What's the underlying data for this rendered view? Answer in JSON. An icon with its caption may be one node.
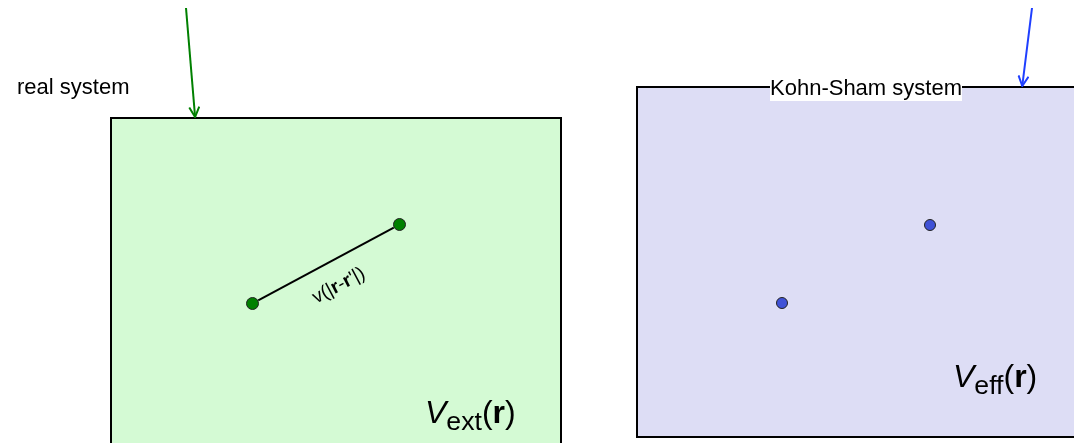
{
  "diagram": {
    "nodes": [
      {
        "text": [
          "real system",
          "*V*$_{ext}$(**r**)"
        ]
      },
      {
        "text": [],
        "shape": "circle",
        "in": 0
      },
      {
        "text": [],
        "shape": "circle",
        "in": 0
      },
      {
        "text": [
          "Kohn-Sham system",
          "*V*$_{eff}$(**r**)"
        ]
      },
      {
        "text": [],
        "shape": "circle",
        "in": 3
      },
      {
        "text": [],
        "shape": "circle",
        "in": 3
      }
    ],
    "edges": [
      {
        "from": 1,
        "to": 2,
        "arrow": "none",
        "label": "v(|**r**-**r**'|)"
      },
      {
        "from": null,
        "to": 0,
        "arrow": "to",
        "color": "#008000"
      },
      {
        "from": null,
        "to": 3,
        "arrow": "to",
        "color": "#1f3fff"
      }
    ]
  }
}
